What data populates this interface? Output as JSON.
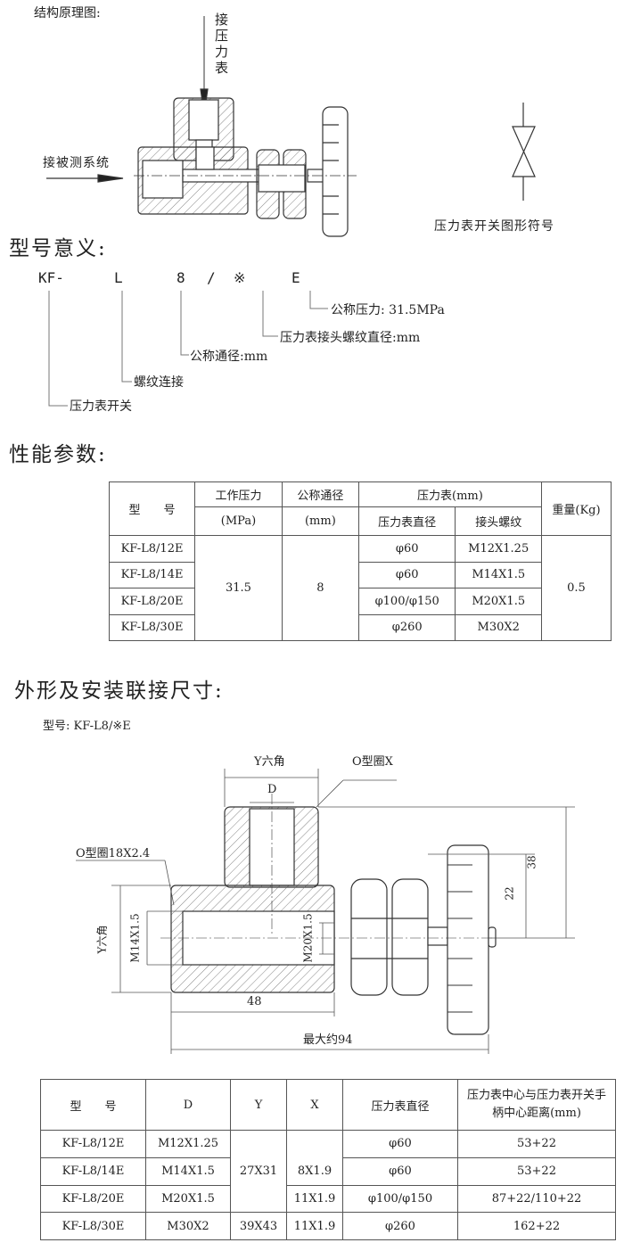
{
  "structure": {
    "title": "结构原理图:",
    "to_gauge": "接压力表",
    "to_system": "接被测系统",
    "symbol_caption": "压力表开关图形符号"
  },
  "model_meaning": {
    "title": "型号意义:",
    "code_parts": [
      "KF-",
      "L",
      "8",
      "/",
      "※",
      "E"
    ],
    "explanations": {
      "E": "公称压力: 31.5MPa",
      "star": "压力表接头螺纹直径:mm",
      "eight": "公称通径:mm",
      "L": "螺纹连接",
      "KF": "压力表开关"
    }
  },
  "performance": {
    "title": "性能参数:",
    "headers": {
      "model": "型　　号",
      "pressure": "工作压力",
      "pressure_unit": "(MPa)",
      "bore": "公称通径",
      "bore_unit": "(mm)",
      "gauge": "压力表(mm)",
      "gauge_dia": "压力表直径",
      "thread": "接头螺纹",
      "weight": "重量(Kg)"
    },
    "pressure": "31.5",
    "bore": "8",
    "weight": "0.5",
    "rows": [
      {
        "model": "KF-L8/12E",
        "dia": "φ60",
        "thread": "M12X1.25"
      },
      {
        "model": "KF-L8/14E",
        "dia": "φ60",
        "thread": "M14X1.5"
      },
      {
        "model": "KF-L8/20E",
        "dia": "φ100/φ150",
        "thread": "M20X1.5"
      },
      {
        "model": "KF-L8/30E",
        "dia": "φ260",
        "thread": "M30X2"
      }
    ]
  },
  "dimensions": {
    "title": "外形及安装联接尺寸:",
    "model_label": "型号: KF-L8/※E",
    "labels": {
      "y_hex_top": "Y六角",
      "d": "D",
      "oring_x": "O型圈X",
      "oring_18": "O型圈18X2.4",
      "y_hex_left": "Y六角",
      "m14": "M14X1.5",
      "m20": "M20X1.5",
      "dim_38": "38",
      "dim_22": "22",
      "dim_48": "48",
      "dim_94": "最大约94"
    }
  },
  "dim_table": {
    "headers": {
      "model": "型　　号",
      "d": "D",
      "y": "Y",
      "x": "X",
      "dia": "压力表直径",
      "dist": "压力表中心与压力表开关手柄中心距离(mm)"
    },
    "y_merged": "27X31",
    "x_merged": "8X1.9",
    "rows": [
      {
        "model": "KF-L8/12E",
        "d": "M12X1.25",
        "dia": "φ60",
        "dist": "53+22"
      },
      {
        "model": "KF-L8/14E",
        "d": "M14X1.5",
        "dia": "φ60",
        "dist": "53+22"
      },
      {
        "model": "KF-L8/20E",
        "d": "M20X1.5",
        "x": "11X1.9",
        "dia": "φ100/φ150",
        "dist": "87+22/110+22"
      },
      {
        "model": "KF-L8/30E",
        "d": "M30X2",
        "y": "39X43",
        "x": "11X1.9",
        "dia": "φ260",
        "dist": "162+22"
      }
    ]
  }
}
